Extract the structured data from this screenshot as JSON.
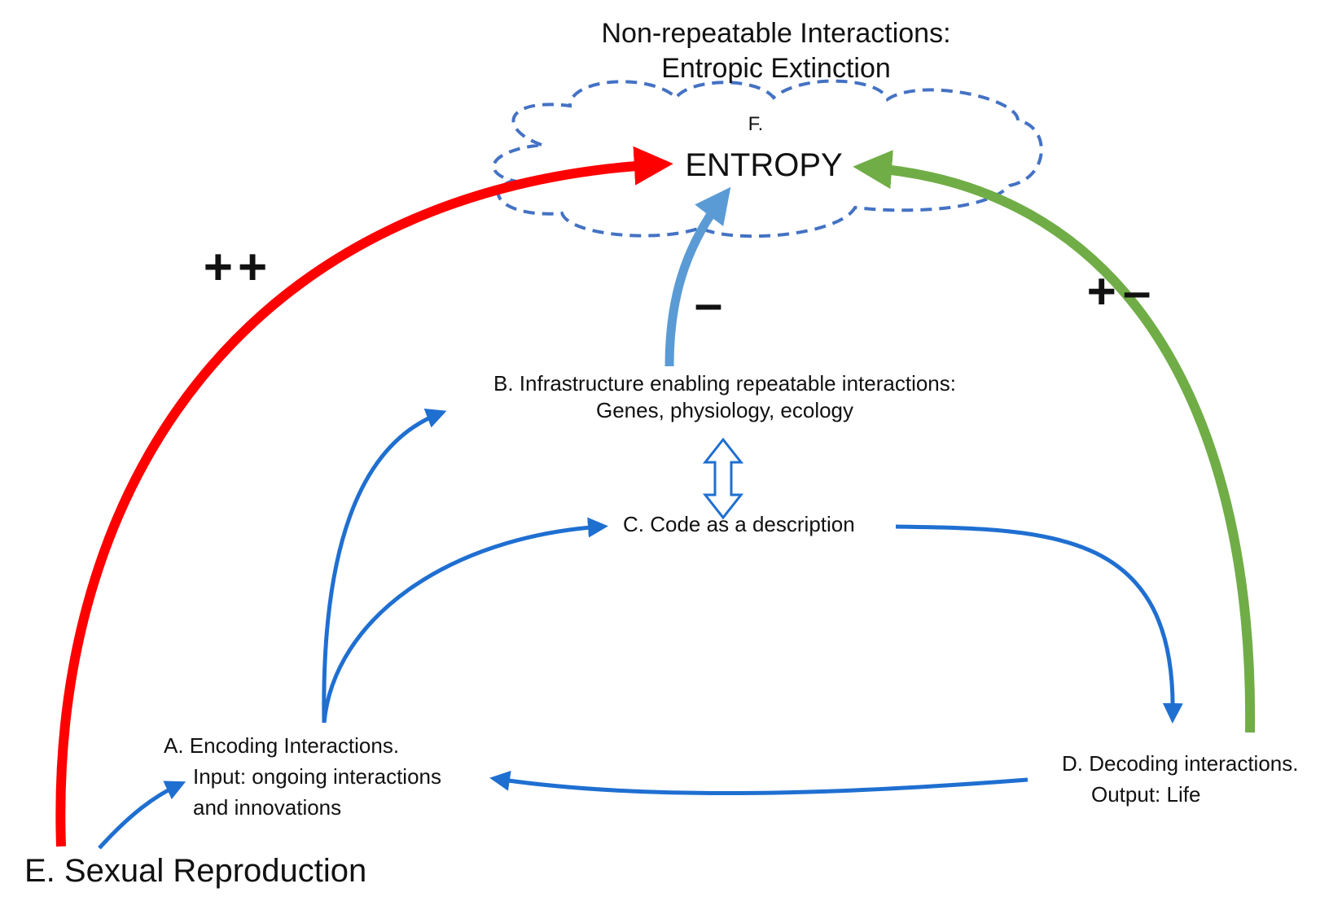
{
  "title": {
    "line1": "Non-repeatable Interactions:",
    "line2": "Entropic Extinction"
  },
  "entropy": {
    "letter": "F.",
    "label": "ENTROPY"
  },
  "signs": {
    "red": "++",
    "blue": "–",
    "green": "+–"
  },
  "nodes": {
    "b": {
      "line1": "B. Infrastructure enabling repeatable interactions:",
      "line2": "Genes,  physiology, ecology"
    },
    "c": {
      "label": "C. Code as a description"
    },
    "a": {
      "line1": "A. Encoding Interactions.",
      "line2": "Input: ongoing interactions",
      "line3": "and innovations"
    },
    "d": {
      "line1": "D. Decoding interactions.",
      "line2": "Output: Life"
    },
    "e": {
      "label": "E. Sexual Reproduction"
    }
  },
  "colors": {
    "red_arrow": "#ff0000",
    "green_arrow": "#70ad47",
    "light_blue_arrow": "#5b9bd5",
    "blue_arrow": "#1f6fd1",
    "cloud_outline": "#4472c4"
  }
}
